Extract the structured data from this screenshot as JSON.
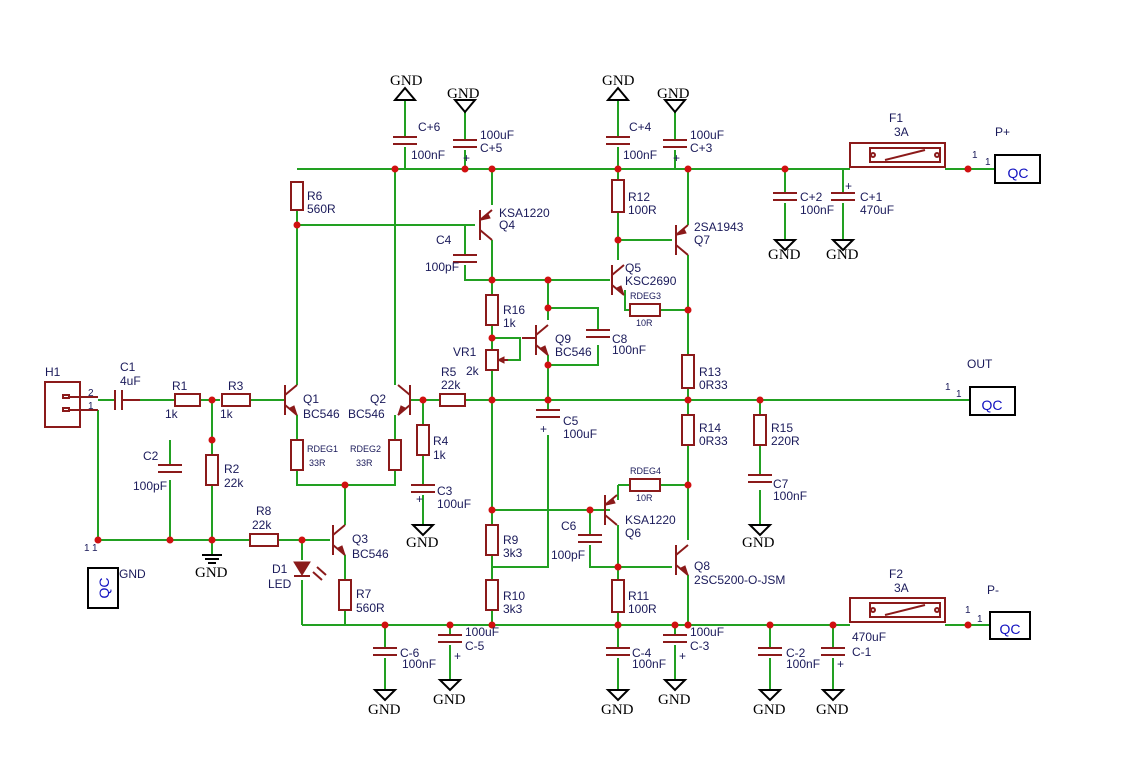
{
  "nets": {
    "p_plus": "P+",
    "p_minus": "P-",
    "out": "OUT",
    "gnd": "GND"
  },
  "connector_text": "QC",
  "pin_numbers": {
    "one": "1",
    "two": "2"
  },
  "header": {
    "ref": "H1"
  },
  "c1": {
    "ref": "C1",
    "value": "4uF"
  },
  "r1": {
    "ref": "R1",
    "value": "1k"
  },
  "r3": {
    "ref": "R3",
    "value": "1k"
  },
  "c2": {
    "ref": "C2",
    "value": "100pF"
  },
  "r2": {
    "ref": "R2",
    "value": "22k"
  },
  "r8": {
    "ref": "R8",
    "value": "22k"
  },
  "d1": {
    "ref": "D1",
    "value": "LED"
  },
  "q1": {
    "ref": "Q1",
    "value": "BC546"
  },
  "q2": {
    "ref": "Q2",
    "value": "BC546"
  },
  "q3": {
    "ref": "Q3",
    "value": "BC546"
  },
  "r6": {
    "ref": "R6",
    "value": "560R"
  },
  "rdeg1": {
    "ref": "RDEG1",
    "value": "33R"
  },
  "rdeg2": {
    "ref": "RDEG2",
    "value": "33R"
  },
  "r7": {
    "ref": "R7",
    "value": "560R"
  },
  "r4": {
    "ref": "R4",
    "value": "1k"
  },
  "c3": {
    "ref": "C3",
    "value": "100uF"
  },
  "r5": {
    "ref": "R5",
    "value": "22k"
  },
  "c_p6": {
    "ref": "C+6",
    "value": "100nF"
  },
  "c_p5": {
    "ref": "C+5",
    "value": "100uF"
  },
  "c_p4": {
    "ref": "C+4",
    "value": "100nF"
  },
  "c_p3": {
    "ref": "C+3",
    "value": "100uF"
  },
  "c_p2": {
    "ref": "C+2",
    "value": "100nF"
  },
  "c_p1": {
    "ref": "C+1",
    "value": "470uF"
  },
  "c_m6": {
    "ref": "C-6",
    "value": "100nF"
  },
  "c_m5": {
    "ref": "C-5",
    "value": "100uF"
  },
  "c_m4": {
    "ref": "C-4",
    "value": "100nF"
  },
  "c_m3": {
    "ref": "C-3",
    "value": "100uF"
  },
  "c_m2": {
    "ref": "C-2",
    "value": "100nF"
  },
  "c_m1": {
    "ref": "C-1",
    "value": "470uF"
  },
  "f1": {
    "ref": "F1",
    "value": "3A"
  },
  "f2": {
    "ref": "F2",
    "value": "3A"
  },
  "q4": {
    "ref": "Q4",
    "value": "KSA1220"
  },
  "c4": {
    "ref": "C4",
    "value": "100pF"
  },
  "r16": {
    "ref": "R16",
    "value": "1k"
  },
  "vr1": {
    "ref": "VR1",
    "value": "2k"
  },
  "q9": {
    "ref": "Q9",
    "value": "BC546"
  },
  "c8": {
    "ref": "C8",
    "value": "100nF"
  },
  "c5": {
    "ref": "C5",
    "value": "100uF"
  },
  "r9": {
    "ref": "R9",
    "value": "3k3"
  },
  "r10": {
    "ref": "R10",
    "value": "3k3"
  },
  "r12": {
    "ref": "R12",
    "value": "100R"
  },
  "q5": {
    "ref": "Q5",
    "value": "KSC2690"
  },
  "rdeg3": {
    "ref": "RDEG3",
    "value": "10R"
  },
  "q7": {
    "ref": "Q7",
    "value": "2SA1943"
  },
  "r13": {
    "ref": "R13",
    "value": "0R33"
  },
  "r14": {
    "ref": "R14",
    "value": "0R33"
  },
  "rdeg4": {
    "ref": "RDEG4",
    "value": "10R"
  },
  "q6": {
    "ref": "Q6",
    "value": "KSA1220"
  },
  "c6": {
    "ref": "C6",
    "value": "100pF"
  },
  "r11": {
    "ref": "R11",
    "value": "100R"
  },
  "q8": {
    "ref": "Q8",
    "value": "2SC5200-O-JSM"
  },
  "r15": {
    "ref": "R15",
    "value": "220R"
  },
  "c7": {
    "ref": "C7",
    "value": "100nF"
  }
}
